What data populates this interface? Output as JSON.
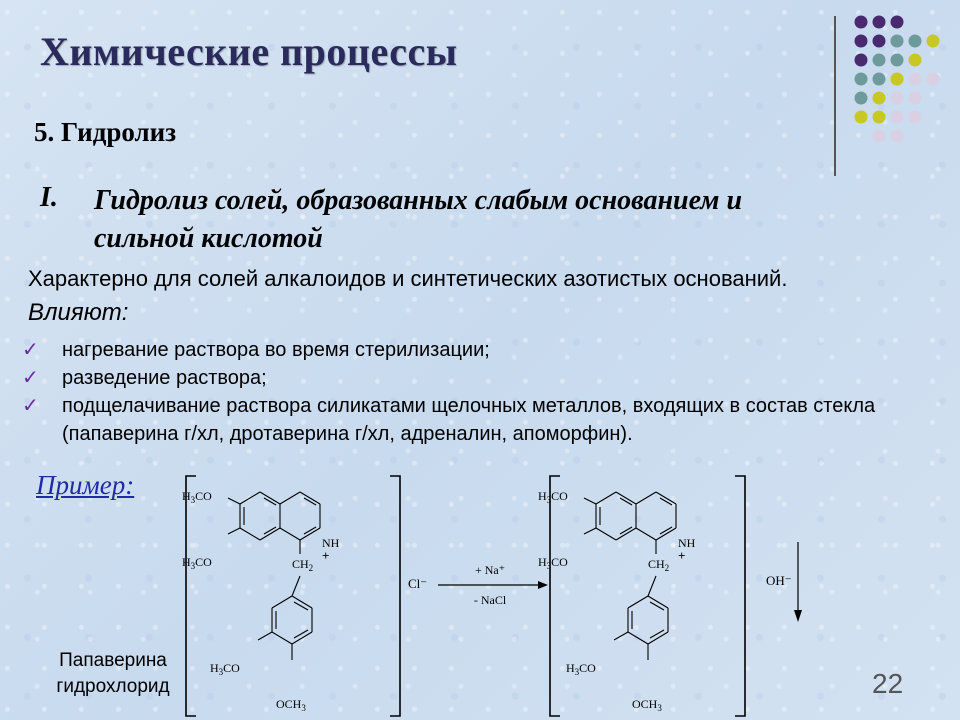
{
  "title": "Химические процессы",
  "section": "5. Гидролиз",
  "heading": {
    "roman": "I.",
    "text": "Гидролиз солей, образованных слабым основанием и сильной кислотой"
  },
  "intro": "Характерно для солей алкалоидов и синтетических азотистых оснований.",
  "influence_label": "Влияют:",
  "factors": [
    "нагревание раствора во время стерилизации;",
    "разведение раствора;",
    "подщелачивание раствора силикатами щелочных металлов, входящих в состав стекла (папаверина г/хл, дротаверина г/хл, адреналин, апоморфин)."
  ],
  "example_label": "Пример:",
  "caption_line1": "Папаверина",
  "caption_line2": "гидрохлорид",
  "page_number": "22",
  "reaction": {
    "reagent_top": "+ Na⁺",
    "reagent_bottom": "- NaCl",
    "anion_left": "Cl⁻",
    "anion_right": "OH⁻"
  },
  "molecule": {
    "h3co": "H3CO",
    "nh": "NH",
    "plus": "+",
    "ch2": "CH2",
    "och3": "OCH3"
  },
  "colors": {
    "title": "#2a2a5c",
    "check": "#6a2aa0",
    "link": "#1f2aa8",
    "dot_purple": "#4a2a6e",
    "dot_teal": "#6f9a9c",
    "dot_olive": "#c8c824",
    "dot_light": "#d9d0e4"
  }
}
